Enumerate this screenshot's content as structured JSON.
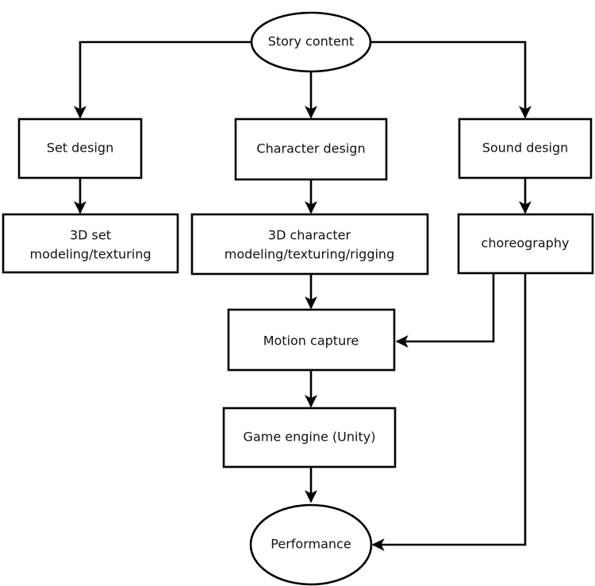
{
  "diagram": {
    "nodes": {
      "story": {
        "label": "Story content",
        "shape": "ellipse"
      },
      "set_design": {
        "label": "Set design",
        "shape": "box"
      },
      "character_design": {
        "label": "Character design",
        "shape": "box"
      },
      "sound_design": {
        "label": "Sound design",
        "shape": "box"
      },
      "set_modeling": {
        "label": "3D set",
        "label2": "modeling/texturing",
        "shape": "box"
      },
      "character_modeling": {
        "label": "3D character",
        "label2": "modeling/texturing/rigging",
        "shape": "box"
      },
      "choreography": {
        "label": "choreography",
        "shape": "box"
      },
      "motion_capture": {
        "label": "Motion capture",
        "shape": "box"
      },
      "game_engine": {
        "label": "Game engine (Unity)",
        "shape": "box"
      },
      "performance": {
        "label": "Performance",
        "shape": "ellipse"
      }
    },
    "edges": [
      {
        "from": "story",
        "to": "set_design"
      },
      {
        "from": "story",
        "to": "character_design"
      },
      {
        "from": "story",
        "to": "sound_design"
      },
      {
        "from": "set_design",
        "to": "set_modeling"
      },
      {
        "from": "character_design",
        "to": "character_modeling"
      },
      {
        "from": "sound_design",
        "to": "choreography"
      },
      {
        "from": "character_modeling",
        "to": "motion_capture"
      },
      {
        "from": "choreography",
        "to": "motion_capture"
      },
      {
        "from": "motion_capture",
        "to": "game_engine"
      },
      {
        "from": "game_engine",
        "to": "performance"
      },
      {
        "from": "choreography",
        "to": "performance"
      }
    ],
    "colors": {
      "stroke": "#000000",
      "fill": "#ffffff",
      "text": "#111111"
    }
  }
}
